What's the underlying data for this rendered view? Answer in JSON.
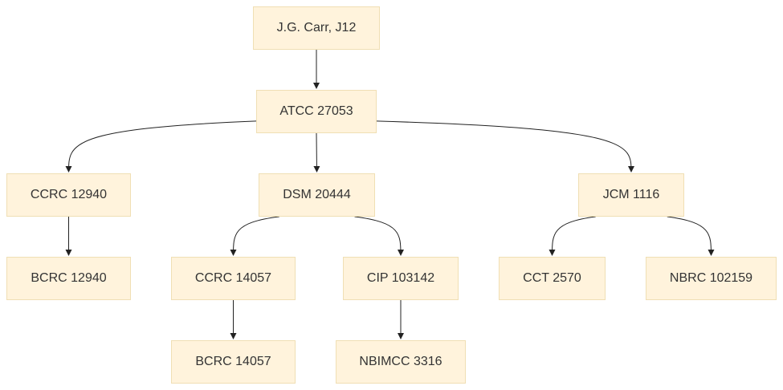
{
  "nodes": {
    "jg_carr": "J.G. Carr, J12",
    "atcc_27053": "ATCC 27053",
    "ccrc_12940": "CCRC 12940",
    "dsm_20444": "DSM 20444",
    "jcm_1116": "JCM 1116",
    "bcrc_12940": "BCRC 12940",
    "ccrc_14057": "CCRC 14057",
    "cip_103142": "CIP 103142",
    "cct_2570": "CCT 2570",
    "nbrc_102159": "NBRC 102159",
    "bcrc_14057": "BCRC 14057",
    "nbimcc_3316": "NBIMCC 3316"
  },
  "edges": [
    {
      "from": "jg_carr",
      "to": "atcc_27053"
    },
    {
      "from": "atcc_27053",
      "to": "ccrc_12940"
    },
    {
      "from": "atcc_27053",
      "to": "dsm_20444"
    },
    {
      "from": "atcc_27053",
      "to": "jcm_1116"
    },
    {
      "from": "ccrc_12940",
      "to": "bcrc_12940"
    },
    {
      "from": "dsm_20444",
      "to": "ccrc_14057"
    },
    {
      "from": "dsm_20444",
      "to": "cip_103142"
    },
    {
      "from": "jcm_1116",
      "to": "cct_2570"
    },
    {
      "from": "jcm_1116",
      "to": "nbrc_102159"
    },
    {
      "from": "ccrc_14057",
      "to": "bcrc_14057"
    },
    {
      "from": "cip_103142",
      "to": "nbimcc_3316"
    }
  ],
  "colors": {
    "node_fill": "#fff3dc",
    "node_border": "#f0dfb4",
    "edge": "#222222",
    "text": "#333333"
  }
}
